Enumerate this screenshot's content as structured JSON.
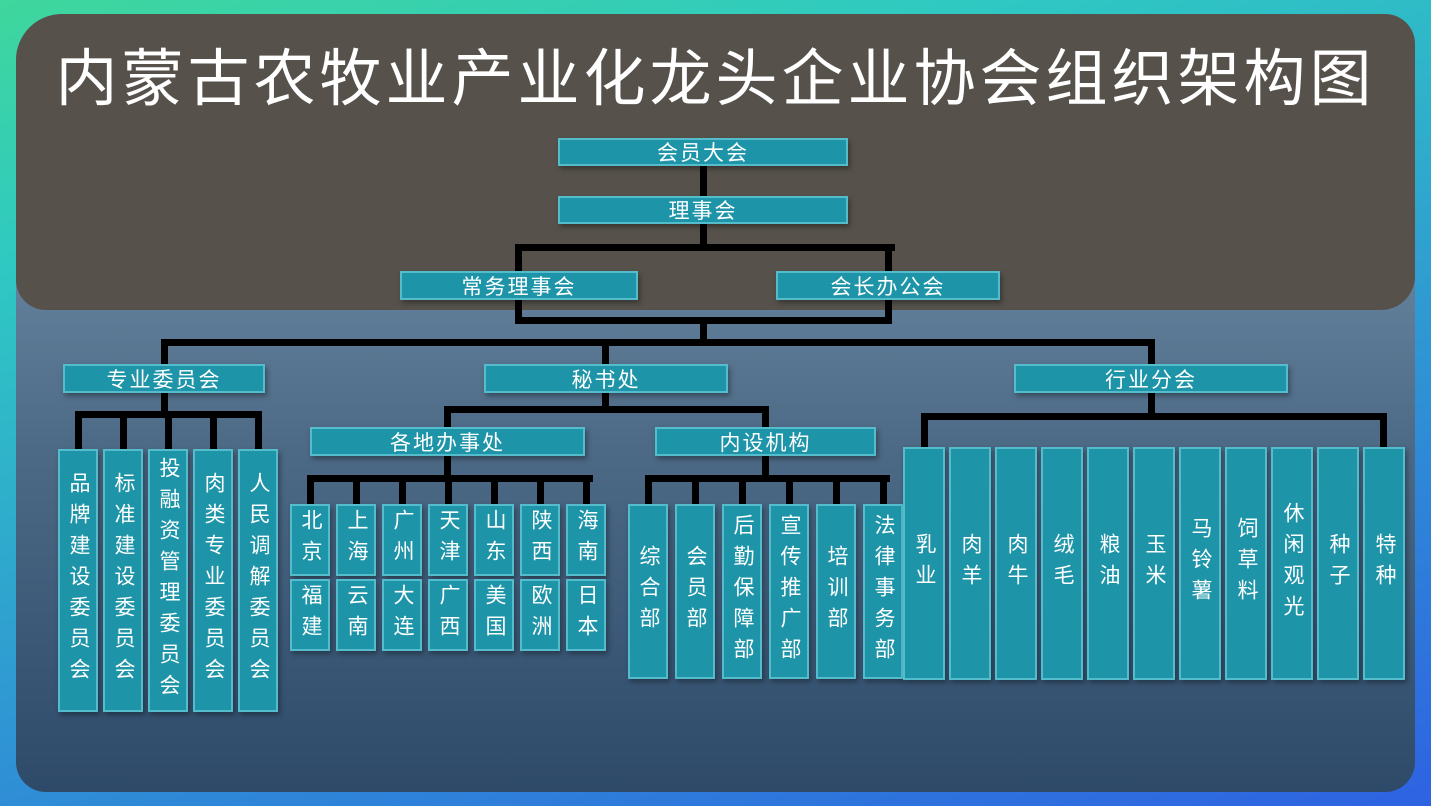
{
  "title": "内蒙古农牧业产业化龙头企业协会组织架构图",
  "colors": {
    "box": "#1e94a8",
    "boxBorder": "#55bccb",
    "connector": "#000000",
    "topPanel": "#56524b",
    "titleColor": "#ffffff"
  },
  "nodes": {
    "assembly": "会员大会",
    "council": "理事会",
    "standing_council": "常务理事会",
    "president_office": "会长办公会",
    "professional_committees": "专业委员会",
    "secretariat": "秘书处",
    "industry_branches": "行业分会",
    "regional_offices": "各地办事处",
    "internal_organs": "内设机构"
  },
  "committees": [
    "品牌建设委员会",
    "标准建设委员会",
    "投融资管理委员会",
    "肉类专业委员会",
    "人民调解委员会"
  ],
  "offices": [
    [
      "北京",
      "福建"
    ],
    [
      "上海",
      "云南"
    ],
    [
      "广州",
      "大连"
    ],
    [
      "天津",
      "广西"
    ],
    [
      "山东",
      "美国"
    ],
    [
      "陕西",
      "欧洲"
    ],
    [
      "海南",
      "日本"
    ]
  ],
  "departments": [
    "综合部",
    "会员部",
    "后勤保障部",
    "宣传推广部",
    "培训部",
    "法律事务部"
  ],
  "industries": [
    "乳业",
    "肉羊",
    "肉牛",
    "绒毛",
    "粮油",
    "玉米",
    "马铃薯",
    "饲草料",
    "休闲观光",
    "种子",
    "特种"
  ]
}
